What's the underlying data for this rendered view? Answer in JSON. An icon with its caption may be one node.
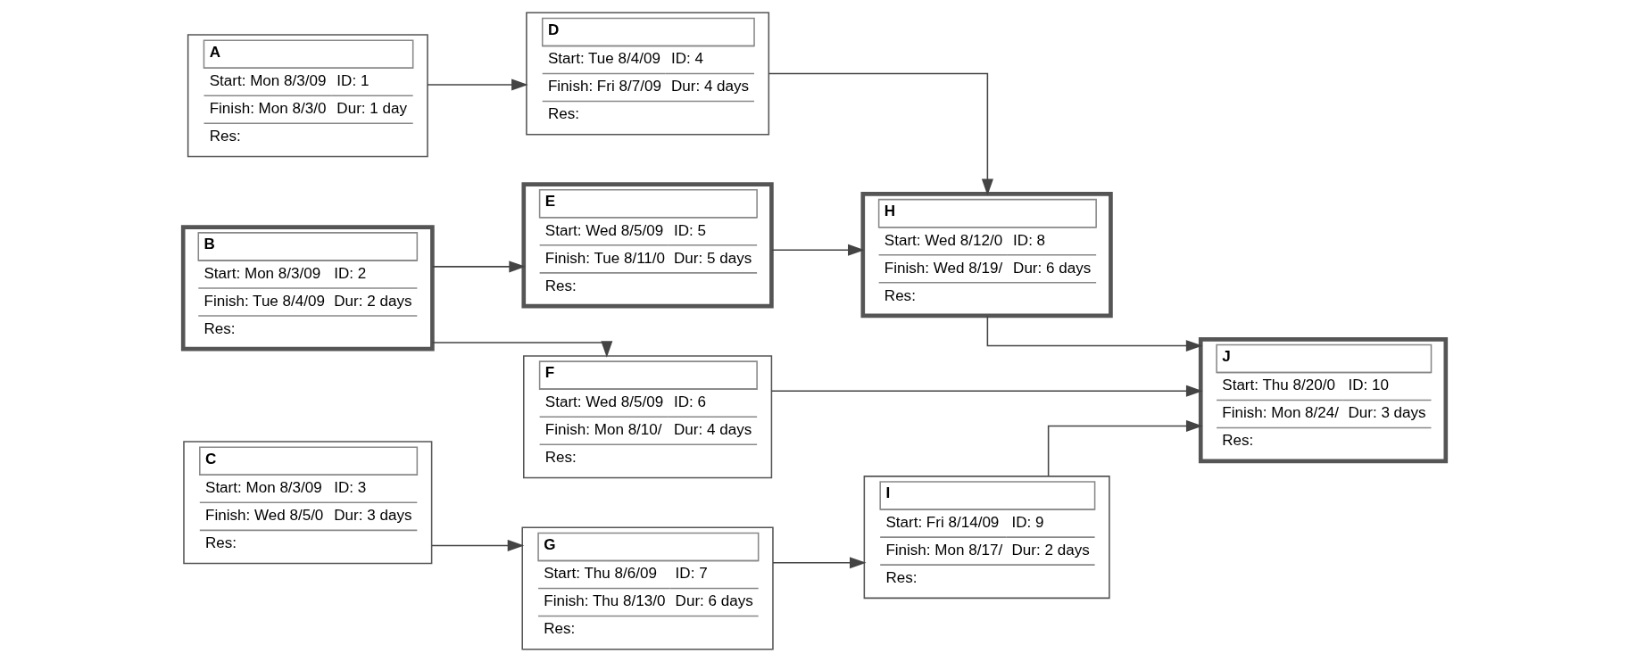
{
  "diagram": {
    "nodes": [
      {
        "text": [
          "A",
          "Start: Mon 8/3/09",
          "ID: 1",
          "Finish: Mon 8/3/0",
          "Dur: 1 day",
          "Res:"
        ]
      },
      {
        "text": [
          "B",
          "Start: Mon 8/3/09",
          "ID: 2",
          "Finish: Tue 8/4/09",
          "Dur: 2 days",
          "Res:"
        ]
      },
      {
        "text": [
          "C",
          "Start: Mon 8/3/09",
          "ID: 3",
          "Finish: Wed 8/5/0",
          "Dur: 3 days",
          "Res:"
        ]
      },
      {
        "text": [
          "D",
          "Start: Tue 8/4/09",
          "ID: 4",
          "Finish: Fri 8/7/09",
          "Dur: 4 days",
          "Res:"
        ]
      },
      {
        "text": [
          "E",
          "Start: Wed 8/5/09",
          "ID: 5",
          "Finish: Tue 8/11/0",
          "Dur: 5 days",
          "Res:"
        ]
      },
      {
        "text": [
          "F",
          "Start: Wed 8/5/09",
          "ID: 6",
          "Finish: Mon 8/10/",
          "Dur: 4 days",
          "Res:"
        ]
      },
      {
        "text": [
          "G",
          "Start: Thu 8/6/09",
          "ID: 7",
          "Finish: Thu 8/13/0",
          "Dur: 6 days",
          "Res:"
        ]
      },
      {
        "text": [
          "H",
          "Start: Wed 8/12/0",
          "ID: 8",
          "Finish: Wed 8/19/",
          "Dur: 6 days",
          "Res:"
        ]
      },
      {
        "text": [
          "I",
          "Start: Fri 8/14/09",
          "ID: 9",
          "Finish: Mon 8/17/",
          "Dur: 2 days",
          "Res:"
        ]
      },
      {
        "text": [
          "J",
          "Start: Thu 8/20/0",
          "ID: 10",
          "Finish: Mon 8/24/",
          "Dur: 3 days",
          "Res:"
        ]
      }
    ],
    "edges": [
      {
        "from": 0,
        "to": 3,
        "arrow": "to"
      },
      {
        "from": 3,
        "to": 7,
        "arrow": "to"
      },
      {
        "from": 1,
        "to": 4,
        "arrow": "to"
      },
      {
        "from": 1,
        "to": 5,
        "arrow": "to"
      },
      {
        "from": 4,
        "to": 7,
        "arrow": "to"
      },
      {
        "from": 7,
        "to": 9,
        "arrow": "to"
      },
      {
        "from": 5,
        "to": 9,
        "arrow": "to"
      },
      {
        "from": 2,
        "to": 6,
        "arrow": "to"
      },
      {
        "from": 6,
        "to": 8,
        "arrow": "to"
      },
      {
        "from": 8,
        "to": 9,
        "arrow": "to"
      }
    ]
  }
}
